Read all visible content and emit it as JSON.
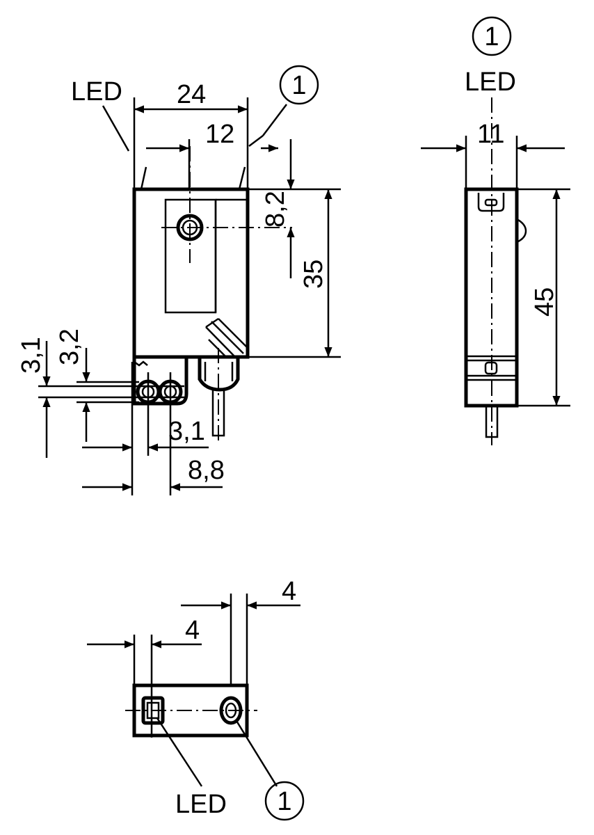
{
  "labels": {
    "led": "LED",
    "callout": "1"
  },
  "dimensions": {
    "width_24": "24",
    "width_12": "12",
    "offset_8_2": "8,2",
    "height_35": "35",
    "offset_3_1_a": "3,1",
    "offset_3_2": "3,2",
    "offset_3_1_b": "3,1",
    "offset_8_8": "8,8",
    "width_11": "11",
    "height_45": "45",
    "pitch_4_a": "4",
    "pitch_4_b": "4"
  }
}
